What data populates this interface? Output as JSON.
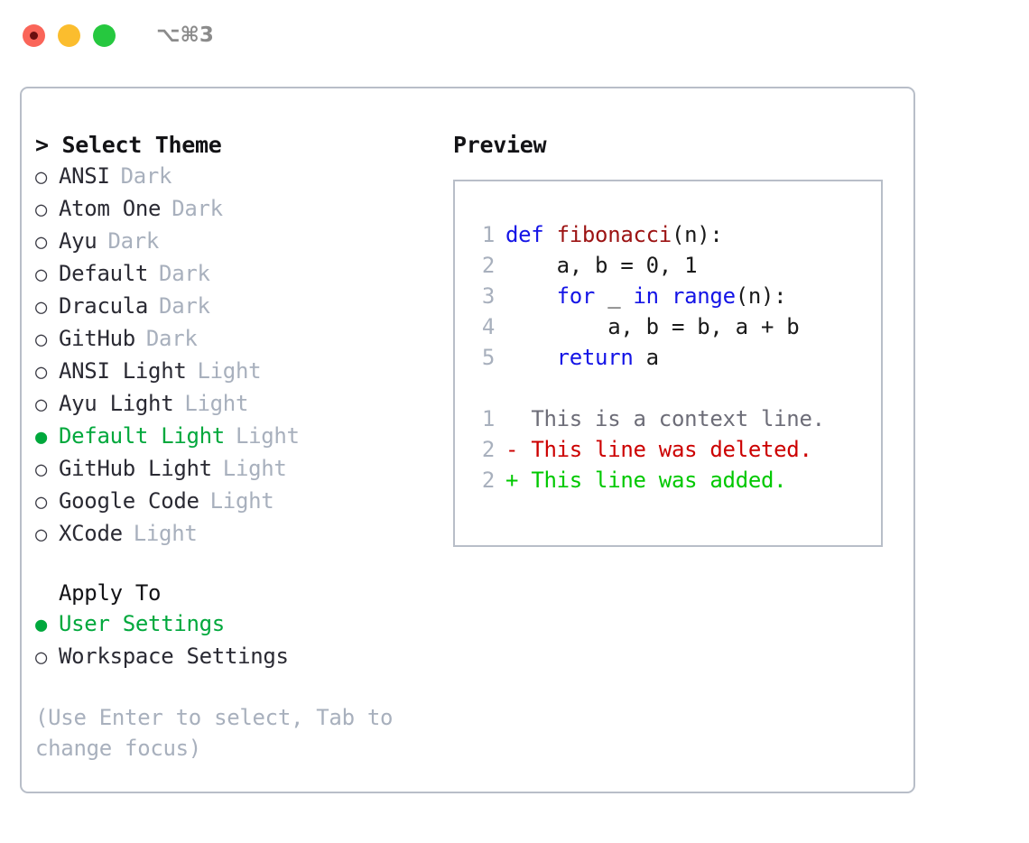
{
  "titlebar": {
    "shortcut": "⌥⌘3",
    "buttons": [
      {
        "name": "close",
        "color": "#fa6559"
      },
      {
        "name": "minimize",
        "color": "#fbbd2e"
      },
      {
        "name": "maximize",
        "color": "#26c83f"
      }
    ]
  },
  "theme_section": {
    "header": "> Select Theme",
    "options": [
      {
        "bullet": "○",
        "label": "ANSI",
        "tag": "Dark",
        "selected": false
      },
      {
        "bullet": "○",
        "label": "Atom One",
        "tag": "Dark",
        "selected": false
      },
      {
        "bullet": "○",
        "label": "Ayu",
        "tag": "Dark",
        "selected": false
      },
      {
        "bullet": "○",
        "label": "Default",
        "tag": "Dark",
        "selected": false
      },
      {
        "bullet": "○",
        "label": "Dracula",
        "tag": "Dark",
        "selected": false
      },
      {
        "bullet": "○",
        "label": "GitHub",
        "tag": "Dark",
        "selected": false
      },
      {
        "bullet": "○",
        "label": "ANSI Light",
        "tag": "Light",
        "selected": false
      },
      {
        "bullet": "○",
        "label": "Ayu Light",
        "tag": "Light",
        "selected": false
      },
      {
        "bullet": "●",
        "label": "Default Light",
        "tag": "Light",
        "selected": true
      },
      {
        "bullet": "○",
        "label": "GitHub Light",
        "tag": "Light",
        "selected": false
      },
      {
        "bullet": "○",
        "label": "Google Code",
        "tag": "Light",
        "selected": false
      },
      {
        "bullet": "○",
        "label": "XCode",
        "tag": "Light",
        "selected": false
      }
    ]
  },
  "apply_section": {
    "title": "Apply To",
    "options": [
      {
        "bullet": "●",
        "label": "User Settings",
        "selected": true
      },
      {
        "bullet": "○",
        "label": "Workspace Settings",
        "selected": false
      }
    ]
  },
  "hint": "(Use Enter to select, Tab to change focus)",
  "preview": {
    "title": "Preview",
    "code_lines": [
      {
        "num": "1",
        "segments": [
          {
            "t": "def ",
            "c": "kw"
          },
          {
            "t": "fibonacci",
            "c": "fn"
          },
          {
            "t": "(n):",
            "c": "code-text"
          }
        ]
      },
      {
        "num": "2",
        "segments": [
          {
            "t": "    a, b = 0, 1",
            "c": "code-text"
          }
        ]
      },
      {
        "num": "3",
        "segments": [
          {
            "t": "    ",
            "c": "code-text"
          },
          {
            "t": "for",
            "c": "kw"
          },
          {
            "t": " _ ",
            "c": "code-text"
          },
          {
            "t": "in",
            "c": "kw"
          },
          {
            "t": " ",
            "c": "code-text"
          },
          {
            "t": "range",
            "c": "kw"
          },
          {
            "t": "(n):",
            "c": "code-text"
          }
        ]
      },
      {
        "num": "4",
        "segments": [
          {
            "t": "        a, b = b, a + b",
            "c": "code-text"
          }
        ]
      },
      {
        "num": "5",
        "segments": [
          {
            "t": "    ",
            "c": "code-text"
          },
          {
            "t": "return",
            "c": "kw"
          },
          {
            "t": " a",
            "c": "code-text"
          }
        ]
      }
    ],
    "diff_lines": [
      {
        "num": "1",
        "marker": "  ",
        "text": "This is a context line.",
        "kind": "diff-ctx"
      },
      {
        "num": "2",
        "marker": "- ",
        "text": "This line was deleted.",
        "kind": "diff-del"
      },
      {
        "num": "2",
        "marker": "+ ",
        "text": "This line was added.",
        "kind": "diff-add"
      }
    ]
  },
  "colors": {
    "selected_green": "#00a83c",
    "added_green": "#00c800",
    "deleted_red": "#cc0000",
    "keyword_blue": "#1414e6",
    "function_red": "#9c1313",
    "muted_grey": "#a8b0bd",
    "border": "#b8bec8"
  }
}
